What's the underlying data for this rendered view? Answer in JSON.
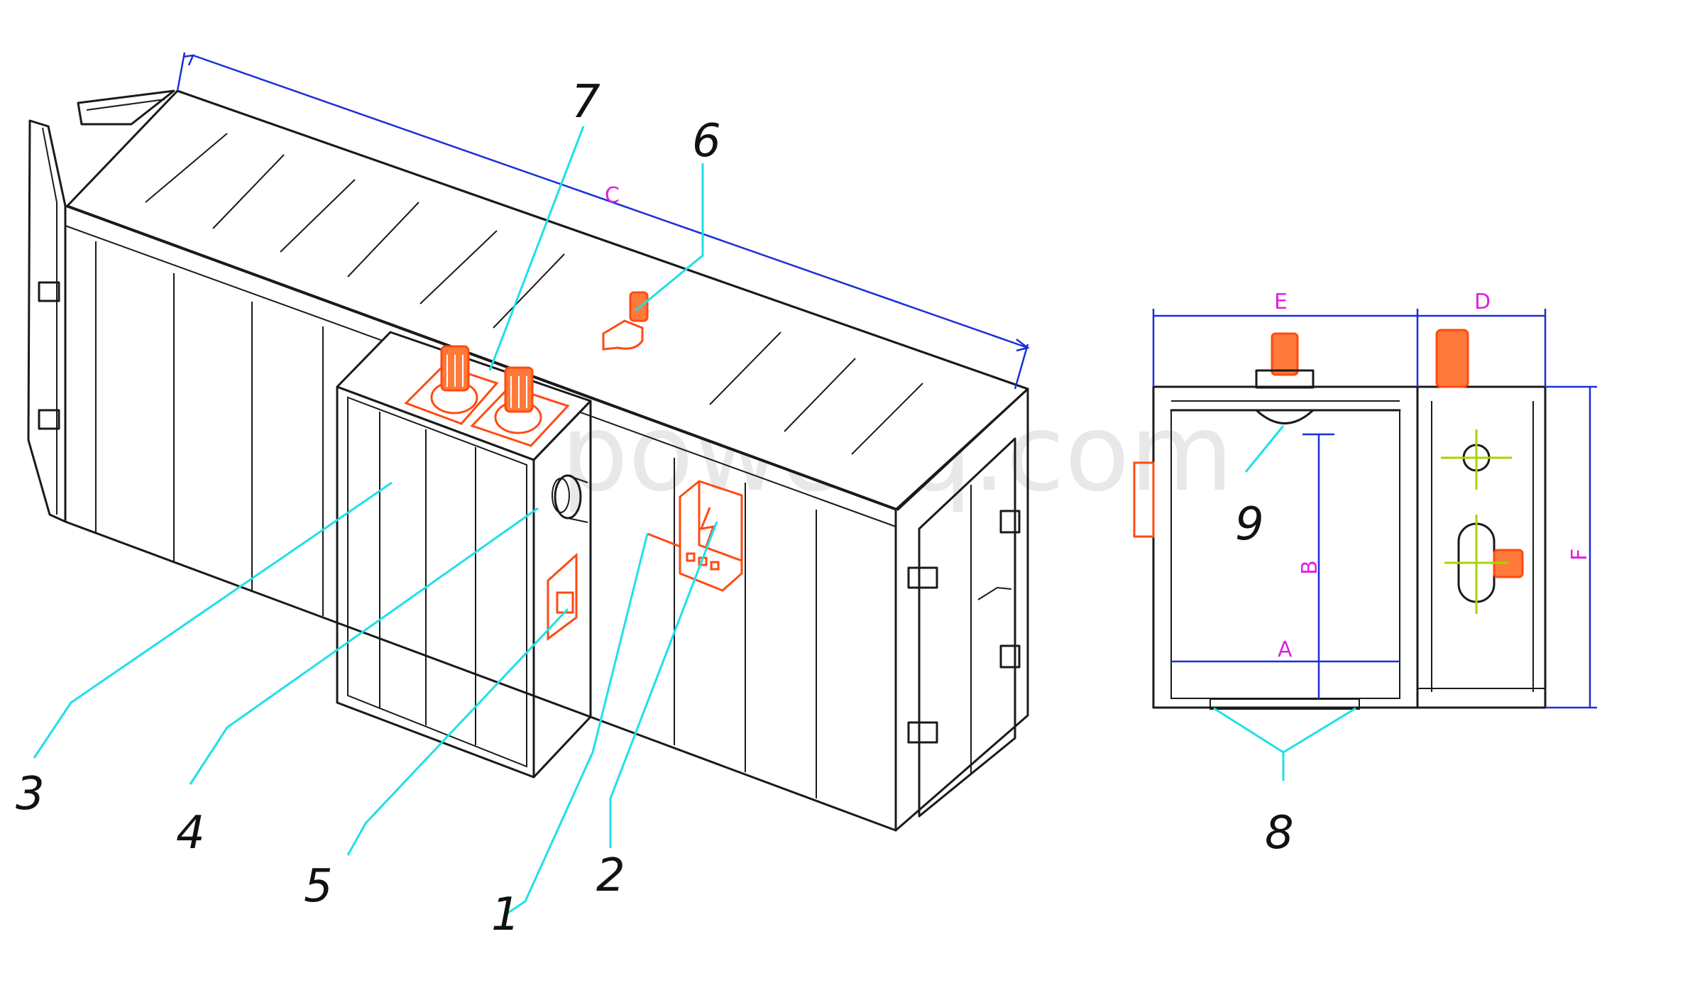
{
  "watermark": "powceq.com",
  "callouts": {
    "n1": "1",
    "n2": "2",
    "n3": "3",
    "n4": "4",
    "n5": "5",
    "n6": "6",
    "n7": "7",
    "n8": "8",
    "n9": "9"
  },
  "dimensions": {
    "A": "A",
    "B": "B",
    "C": "C",
    "D": "D",
    "E": "E",
    "F": "F"
  },
  "colors": {
    "outline": "#1a1a1a",
    "equipment": "#ff4a12",
    "leader_lines": "#1fe0e8",
    "dimension_lines": "#1a2fd8",
    "dimension_labels": "#e020e0",
    "center_marks": "#a8d400"
  }
}
